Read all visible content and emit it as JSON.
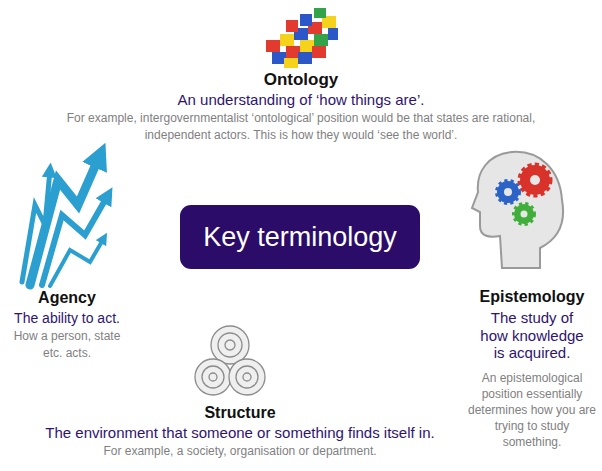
{
  "diagram": {
    "nodes": [
      {
        "text": [
          "Ontology",
          "An understanding of  ‘how things are’.",
          "For example, intergovernmentalist ‘ontological’ position would be that states are rational, independent actors. This is how they would ‘see the world’."
        ]
      },
      {
        "text": [
          "Key terminology"
        ]
      },
      {
        "text": [
          "Agency",
          "The ability to act.",
          "How a person, state etc. acts."
        ]
      },
      {
        "text": [
          "Epistemology",
          "The study of how knowledge is acquired.",
          "An epistemological position essentially determines how you are trying to study something."
        ]
      },
      {
        "text": [
          "Structure",
          "The environment that someone or something finds itself in.",
          "For example, a society, organisation or department."
        ]
      }
    ]
  }
}
